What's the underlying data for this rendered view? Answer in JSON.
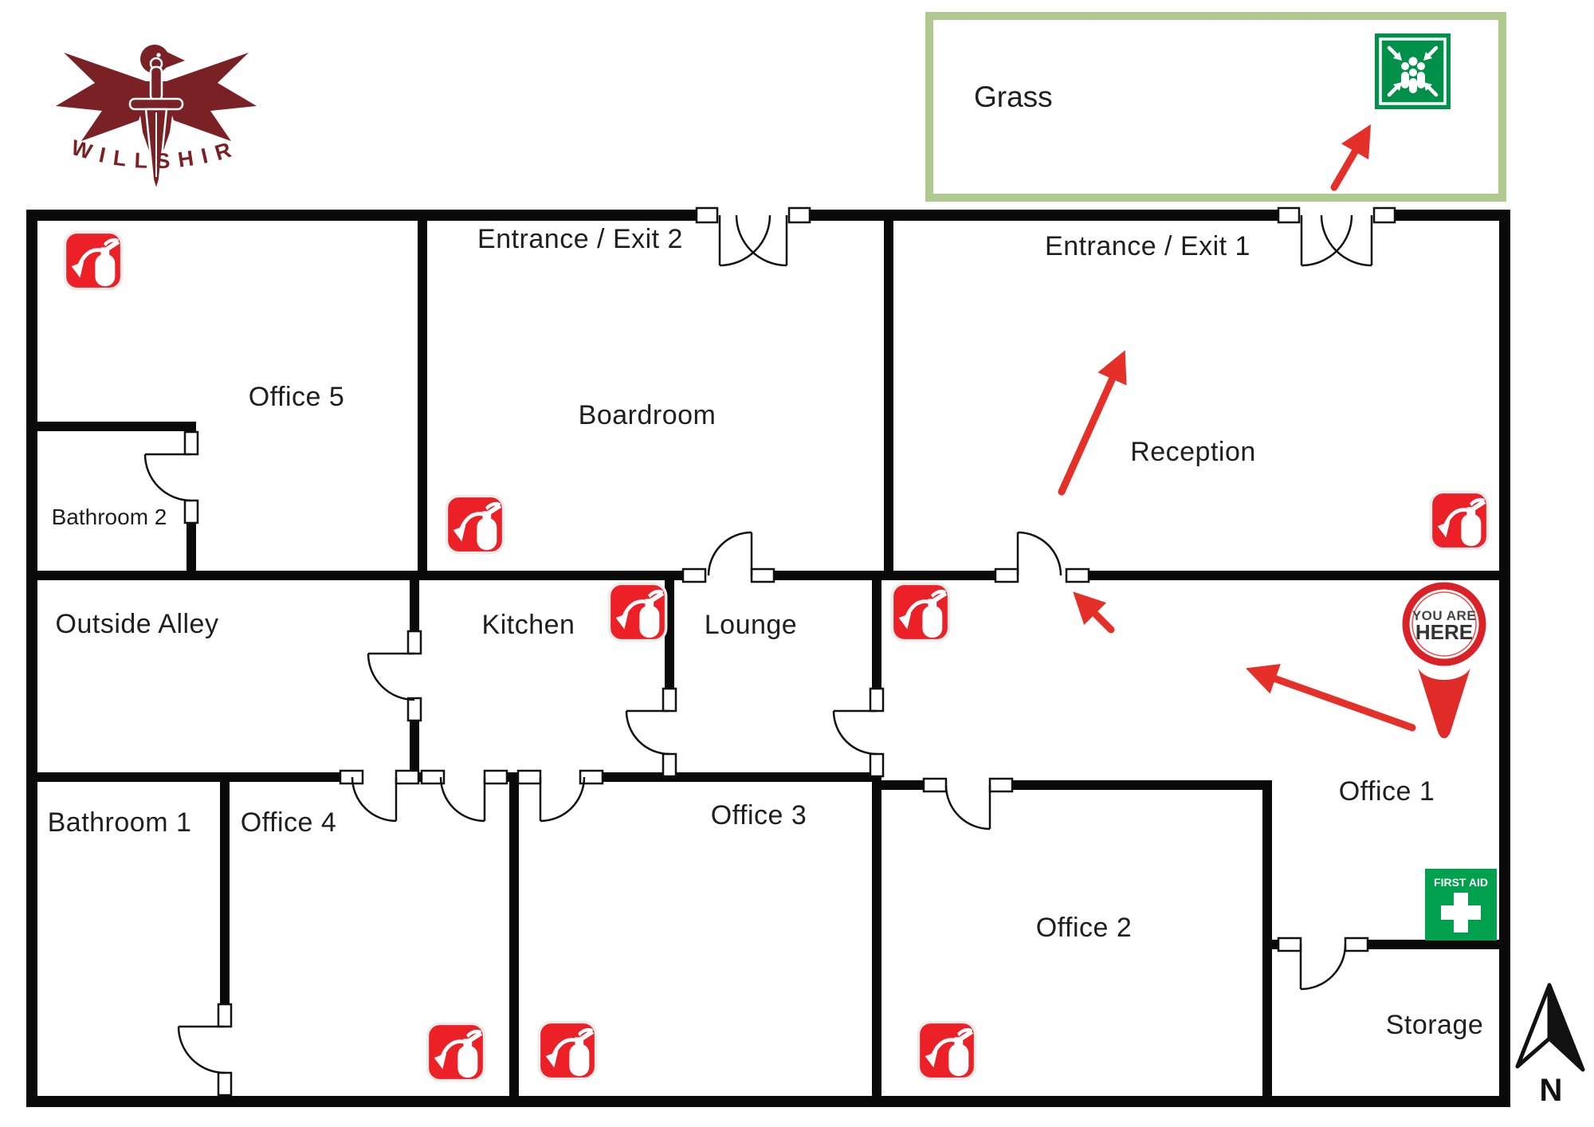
{
  "brand": {
    "name": "WILLSHIR"
  },
  "assembly_area": {
    "label": "Grass"
  },
  "rooms": {
    "office5": "Office 5",
    "bathroom2": "Bathroom 2",
    "boardroom": "Boardroom",
    "entrance_exit_2": "Entrance / Exit 2",
    "entrance_exit_1": "Entrance / Exit 1",
    "reception": "Reception",
    "outside_alley": "Outside Alley",
    "kitchen": "Kitchen",
    "lounge": "Lounge",
    "office1": "Office 1",
    "bathroom1": "Bathroom 1",
    "office4": "Office 4",
    "office3": "Office 3",
    "office2": "Office 2",
    "storage": "Storage"
  },
  "markers": {
    "you_are_here_line1": "YOU ARE",
    "you_are_here_line2": "HERE",
    "first_aid": "FIRST AID",
    "compass_north": "N"
  },
  "icons": {
    "fire_extinguisher": "fire-extinguisher-icon",
    "assembly_point": "assembly-point-icon",
    "first_aid_sign": "first-aid-sign",
    "you_are_here_pin": "map-pin",
    "north_arrow": "north-compass",
    "route_arrow": "evacuation-route-arrow",
    "logo": "eagle-dagger-logo"
  },
  "colors": {
    "wall": "#0a0a0a",
    "sign_red": "#ec2127",
    "route_red": "#e53029",
    "assembly_green": "#00904a",
    "first_aid_green": "#00a14e",
    "grass_border": "#afc98f",
    "logo_maroon": "#7a2126",
    "label_text": "#1f1f1f"
  }
}
